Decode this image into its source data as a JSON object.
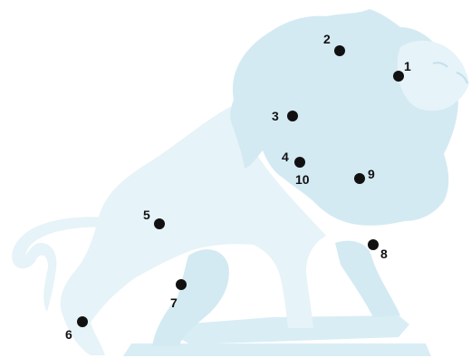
{
  "figure": {
    "subject": "lion-statue-silhouette",
    "colors": {
      "body_fill": "#e6f3f8",
      "mane_fill": "#d3eaf3",
      "pedestal_fill": "#d9edf5",
      "outline": "#ffffff",
      "marker": "#111111"
    }
  },
  "points": [
    {
      "id": "1",
      "label": "1"
    },
    {
      "id": "2",
      "label": "2"
    },
    {
      "id": "3",
      "label": "3"
    },
    {
      "id": "4",
      "label": "4"
    },
    {
      "id": "5",
      "label": "5"
    },
    {
      "id": "6",
      "label": "6"
    },
    {
      "id": "7",
      "label": "7"
    },
    {
      "id": "8",
      "label": "8"
    },
    {
      "id": "9",
      "label": "9"
    },
    {
      "id": "10",
      "label": "10"
    }
  ]
}
